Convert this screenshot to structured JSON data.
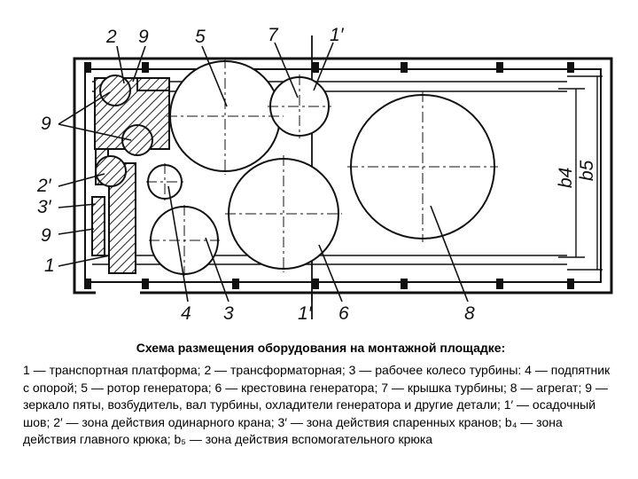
{
  "diagram": {
    "labels": {
      "l2": "2",
      "l9a": "9",
      "l5": "5",
      "l7": "7",
      "l1p_top": "1′",
      "l9b": "9",
      "l2p": "2′",
      "l3p": "3′",
      "l9c": "9",
      "l1": "1",
      "l4": "4",
      "l3": "3",
      "l1p_bottom": "1′",
      "l6": "6",
      "l8": "8",
      "b4": "b4",
      "b5": "b5"
    }
  },
  "caption": {
    "title": "Схема размещения оборудования на монтажной площадке:",
    "text": "1 — транспортная платформа; 2 — трансформаторная; 3 — рабочее колесо турбины: 4 — подпятник с опорой; 5 — ротор генератора; 6 — крестовина генератора; 7 — крышка турбины; 8 — агрегат; 9 — зеркало пяты, возбудитель, вал турбины, охладители генератора и другие детали; 1′ — осадочный шов; 2′ — зона действия одинарного крана; 3′ — зона действия спаренных кранов; b₄ — зона действия главного крюка; b₅ — зона действия вспомогательного крюка"
  }
}
